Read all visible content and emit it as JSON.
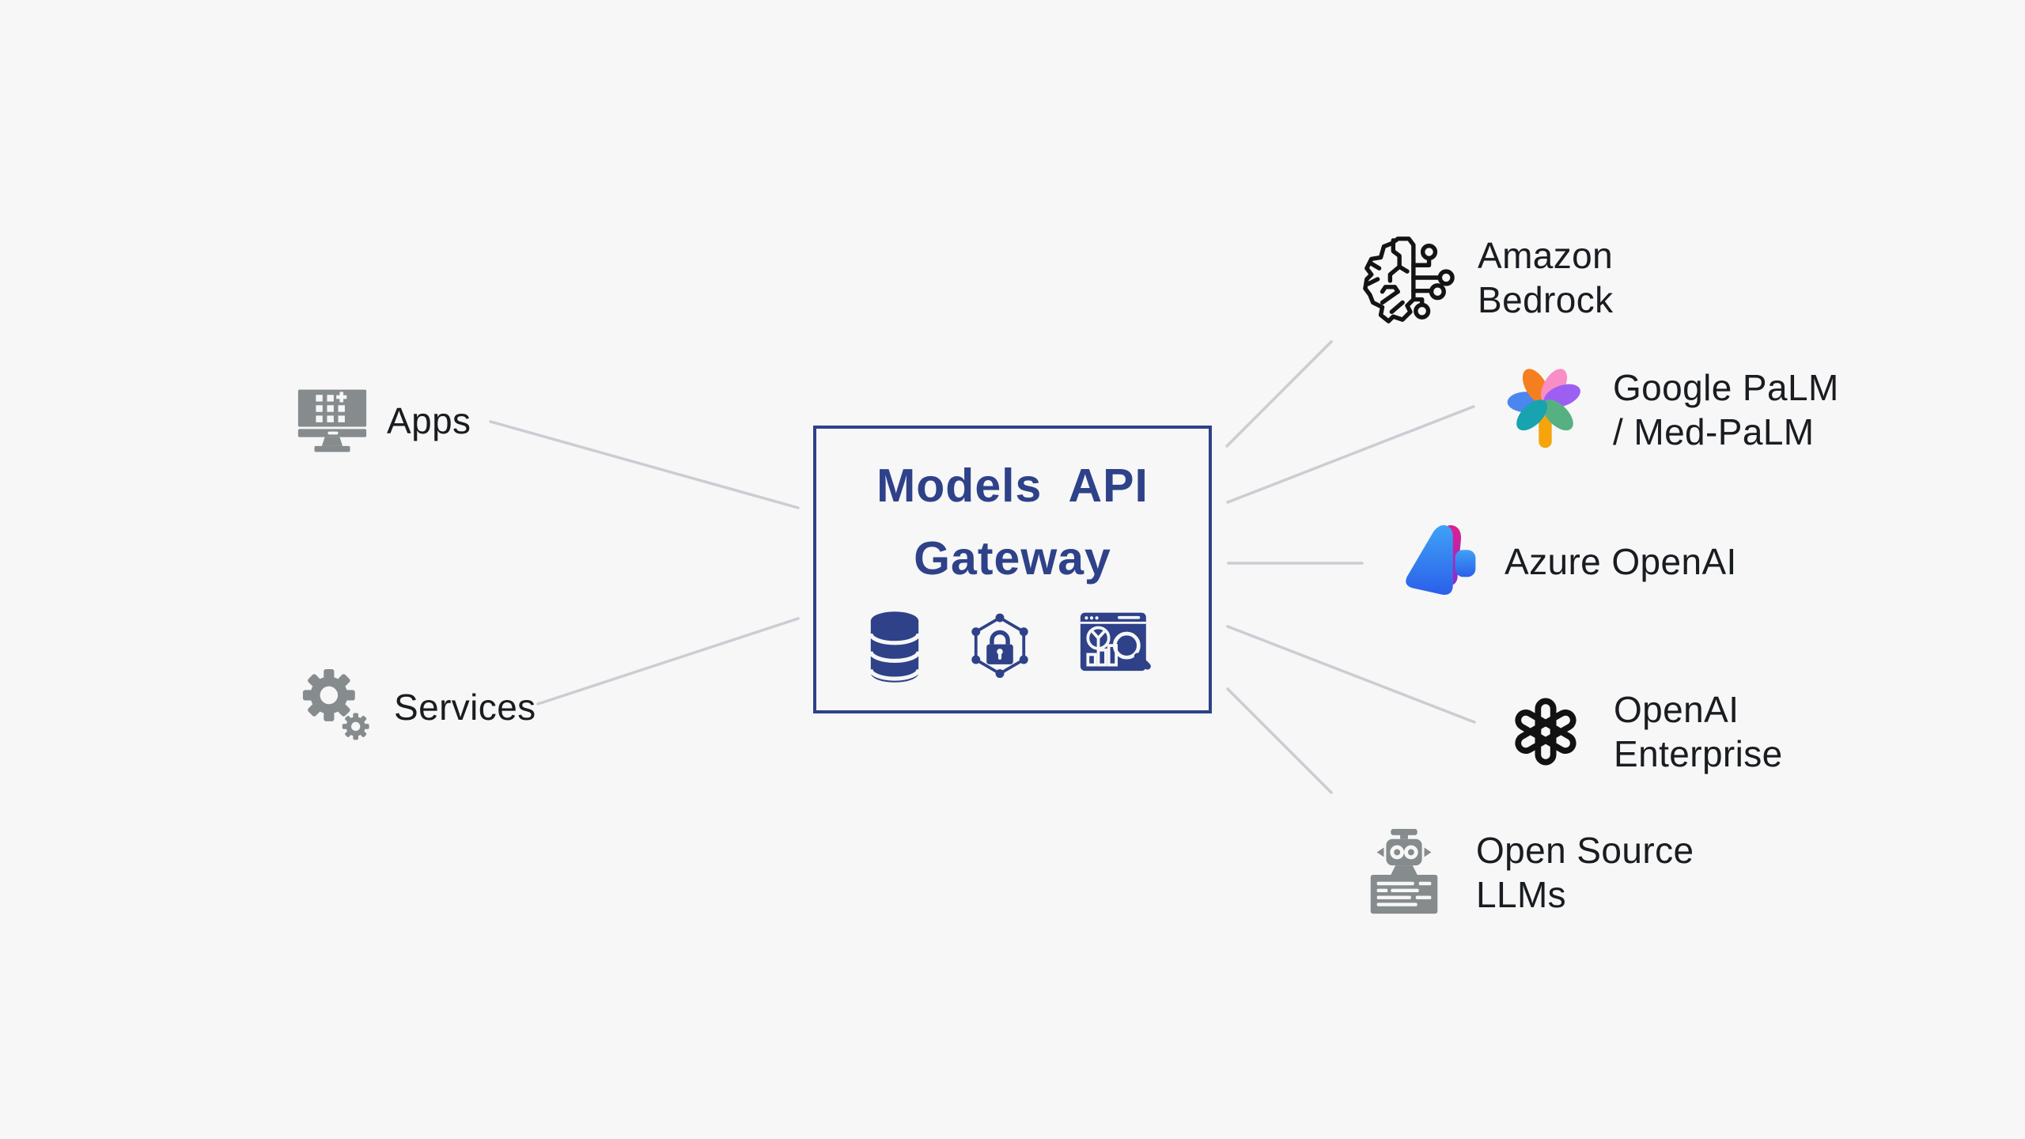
{
  "page": {
    "background": "#f6f7f6"
  },
  "palette": {
    "navy": "#2e4189",
    "connector_gray": "#cbcdd3",
    "icon_gray": "#868b8d",
    "label_dark": "#191c21",
    "icon_black": "#141414",
    "palm": {
      "orange": "#f57f20",
      "pink": "#f98dc6",
      "blue": "#4b86ef",
      "purple": "#9d5ff2",
      "green": "#55b182",
      "teal": "#17a3af",
      "trunk": "#f5a50b"
    },
    "azure": {
      "blue_top": "#3fa2f7",
      "blue_bottom": "#2b5fe9",
      "pink": "#e01e8d",
      "purple": "#8a2fd0"
    }
  },
  "gateway": {
    "title_line1": "Models API",
    "title_line2": "Gateway",
    "icons": [
      {
        "name": "database-icon"
      },
      {
        "name": "secure-network-lock-icon"
      },
      {
        "name": "analytics-dashboard-icon"
      }
    ]
  },
  "left_nodes": [
    {
      "id": "apps",
      "label": "Apps",
      "icon": "apps-monitor-icon"
    },
    {
      "id": "services",
      "label": "Services",
      "icon": "services-gears-icon"
    }
  ],
  "right_nodes": [
    {
      "id": "amazon-bedrock",
      "lines": [
        "Amazon",
        "Bedrock"
      ],
      "icon": "brain-circuit-icon"
    },
    {
      "id": "google-palm",
      "lines": [
        "Google PaLM",
        "/ Med-PaLM"
      ],
      "icon": "palm-tree-icon"
    },
    {
      "id": "azure-openai",
      "lines": [
        "Azure OpenAI"
      ],
      "icon": "azure-ai-logo-icon"
    },
    {
      "id": "openai-enterprise",
      "lines": [
        "OpenAI",
        "Enterprise"
      ],
      "icon": "openai-logo-icon"
    },
    {
      "id": "open-source-llms",
      "lines": [
        "Open Source",
        "LLMs"
      ],
      "icon": "robot-document-icon"
    }
  ]
}
